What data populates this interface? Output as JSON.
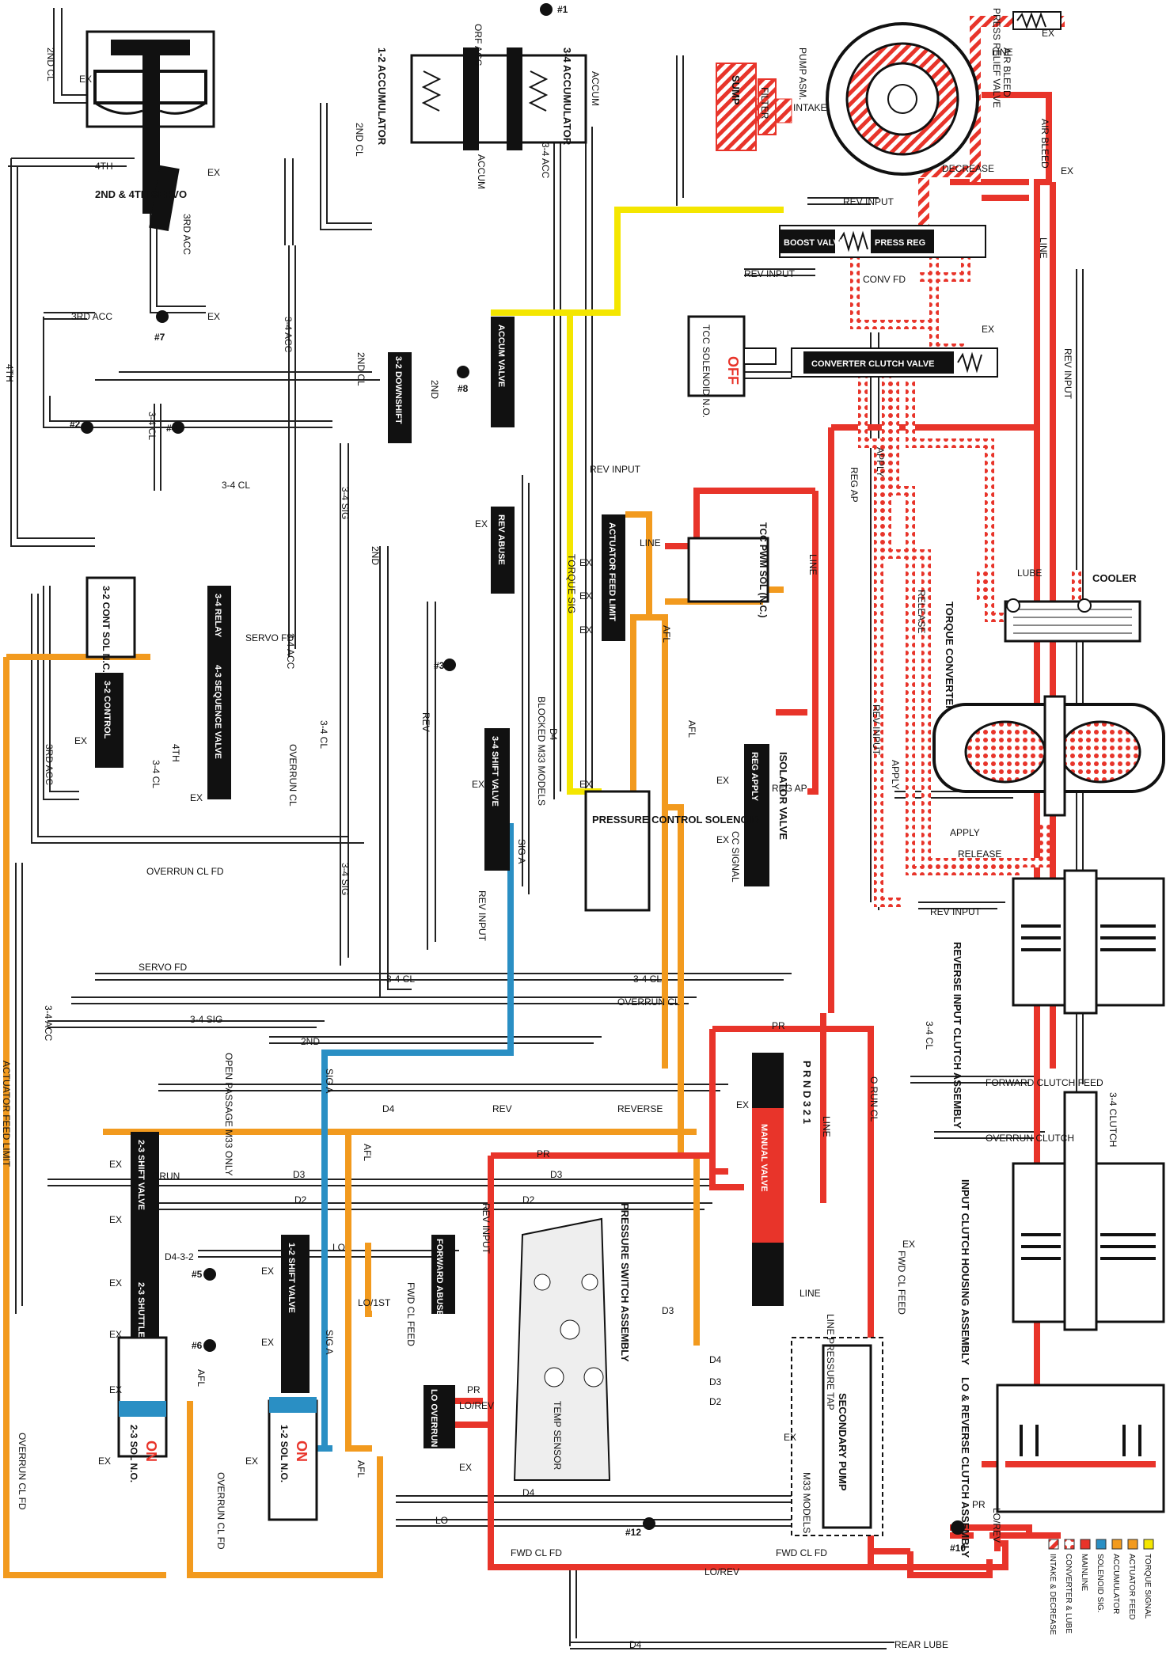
{
  "colors": {
    "intake": "#e8342a",
    "mainline": "#e8342a",
    "converter": "#e8342a",
    "accumulator": "#f29a1e",
    "actuator": "#f29a1e",
    "solenoid_sig": "#2a8fc4",
    "torque_signal": "#f4e600",
    "line": "#222222",
    "valve": "#111111"
  },
  "legend": [
    {
      "label": "INTAKE & DECREASE",
      "color": "#e8342a",
      "pattern": "hatch",
      "icon": "hatch-swatch-icon"
    },
    {
      "label": "CONVERTER & LUBE",
      "color": "#e8342a",
      "pattern": "dots",
      "icon": "dotted-swatch-icon"
    },
    {
      "label": "MAINLINE",
      "color": "#e8342a",
      "pattern": "solid",
      "icon": "red-swatch-icon"
    },
    {
      "label": "SOLENOID SIG.",
      "color": "#2a8fc4",
      "pattern": "solid",
      "icon": "blue-swatch-icon"
    },
    {
      "label": "ACCUMULATOR",
      "color": "#f29a1e",
      "pattern": "solid",
      "icon": "orange-swatch-icon"
    },
    {
      "label": "ACTUATOR FEED",
      "color": "#f29a1e",
      "pattern": "solid",
      "icon": "orange-swatch-icon"
    },
    {
      "label": "TORQUE SIGNAL",
      "color": "#f4e600",
      "pattern": "solid",
      "icon": "yellow-swatch-icon"
    }
  ],
  "components": {
    "servo": "2ND & 4TH SERVO",
    "accum12": "1-2 ACCUMULATOR",
    "accum34": "3-4 ACCUMULATOR",
    "sump": "SUMP",
    "filter": "FILTER",
    "intake": "INTAKE",
    "pump": "PUMP ASM.",
    "press_relief": "PRESS RELIEF VALVE",
    "boost_valve": "BOOST VALVE",
    "press_reg": "PRESS REG",
    "tcc_sol": "TCC SOLENOID N.O.",
    "tcc_off": "OFF",
    "converter_clutch_valve": "CONVERTER CLUTCH VALVE",
    "cooler": "COOLER",
    "torque_converter": "TORQUE CONVERTER ASSEMBLY",
    "downshift32": "3-2 DOWNSHIFT",
    "accum_valve": "ACCUM VALVE",
    "rev_abuse": "REV ABUSE",
    "actuator_feed_limit": "ACTUATOR FEED LIMIT",
    "tcc_pwm": "TCC PWM SOL (N.C.)",
    "cont_sol32": "3-2 CONT SOL N.C.",
    "control32": "3-2 CONTROL",
    "relay34": "3-4 RELAY",
    "sequence43": "4-3 SEQUENCE VALVE",
    "shift34": "3-4 SHIFT VALVE",
    "pcs": "PRESSURE CONTROL SOLENOID",
    "reg_apply": "REG APPLY",
    "isolator": "ISOLATOR VALVE",
    "rev_input_clutch": "REVERSE INPUT CLUTCH ASSEMBLY",
    "manual_valve": "MANUAL VALVE",
    "prnd": "P R N D 3 2 1",
    "input_housing": "INPUT CLUTCH HOUSING ASSEMBLY",
    "shift23": "2-3 SHIFT VALVE",
    "shuttle23": "2-3 SHUTTLE",
    "sol23": "2-3 SOL N.O.",
    "sol23_state": "ON",
    "shift12": "1-2 SHIFT VALVE",
    "sol12": "1-2 SOL N.O.",
    "sol12_state": "ON",
    "forward_abuse": "FORWARD ABUSE",
    "lo_overrun": "LO OVERRUN",
    "psa": "PRESSURE SWITCH ASSEMBLY",
    "temp_sensor": "TEMP SENSOR",
    "secondary_pump": "SECONDARY PUMP",
    "lo_rev_clutch": "LO & REVERSE CLUTCH ASSEMBLY",
    "blocked_m33": "BLOCKED M33 MODELS",
    "open_passage": "OPEN PASSAGE M33 ONLY",
    "m33_models": "M33 MODELS",
    "line_pressure_tap": "LINE PRESSURE TAP",
    "forward_clutch_feed": "FORWARD CLUTCH FEED",
    "overrun_clutch": "OVERRUN CLUTCH",
    "clutch34": "3-4 CLUTCH",
    "rear_lube": "REAR LUBE"
  },
  "checkballs": [
    "#1",
    "#2",
    "#3",
    "#4",
    "#5",
    "#6",
    "#7",
    "#8",
    "#10",
    "#12"
  ],
  "passages": {
    "p_2ndcl": "2ND CL",
    "p_4th": "4TH",
    "p_3rdacc": "3RD ACC",
    "p_34acc": "3-4 ACC",
    "p_34cl": "3-4 CL",
    "p_34sig": "3-4 SIG",
    "p_2nd": "2ND",
    "p_servofd": "SERVO FD",
    "p_overruncl": "OVERRUN CL",
    "p_overruncl_fd": "OVERRUN CL FD",
    "p_accum": "ACCUM",
    "p_orfacc": "ORF ACC",
    "p_revinput": "REV INPUT",
    "p_convfd": "CONV FD",
    "p_decrease": "DECREASE",
    "p_line": "LINE",
    "p_airbleed": "AIR BLEED",
    "p_ex": "EX",
    "p_apply": "APPLY",
    "p_release": "RELEASE",
    "p_lube": "LUBE",
    "p_regap": "REG AP",
    "p_ccsignal": "CC SIGNAL",
    "p_afl": "AFL",
    "p_torquesig": "TORQUE SIG",
    "p_d4": "D4",
    "p_d3": "D3",
    "p_d2": "D2",
    "p_rev": "REV",
    "p_reverse": "REVERSE",
    "p_pr": "PR",
    "p_lo": "LO",
    "p_lo1st": "LO/1ST",
    "p_lorev": "LO/REV",
    "p_fwdclfd": "FWD CL FD",
    "p_fwdclfeed": "FWD CL FEED",
    "p_orun": "O RUN CL",
    "p_siga": "SIG A",
    "p_afl_limit": "ACTUATOR FEED LIMIT",
    "p_orun_short": "ORUN",
    "p_d432": "D4-3-2"
  }
}
